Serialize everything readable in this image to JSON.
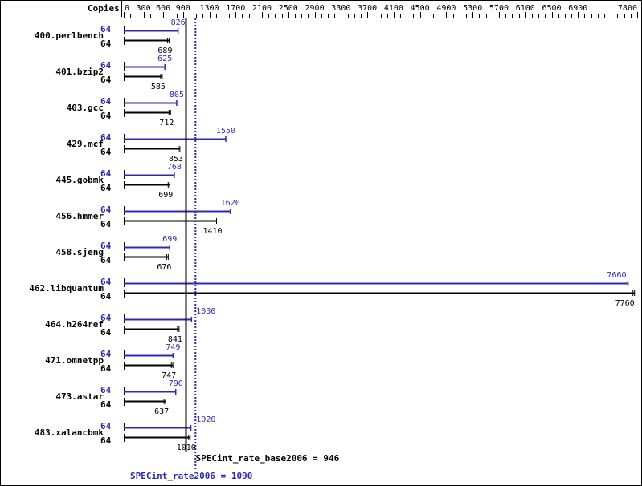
{
  "chart_data": {
    "type": "bar",
    "orientation": "horizontal",
    "axis_label": "Copies",
    "xlim": [
      0,
      7800
    ],
    "tick_labels": [
      "0",
      "300",
      "600",
      "900",
      "1300",
      "1700",
      "2100",
      "2500",
      "2900",
      "3300",
      "3700",
      "4100",
      "4500",
      "4900",
      "5300",
      "5700",
      "6100",
      "6500",
      "6900",
      "7800"
    ],
    "categories": [
      "400.perlbench",
      "401.bzip2",
      "403.gcc",
      "429.mcf",
      "445.gobmk",
      "456.hmmer",
      "458.sjeng",
      "462.libquantum",
      "464.h264ref",
      "471.omnetpp",
      "473.astar",
      "483.xalancbmk"
    ],
    "series": [
      {
        "name": "SPECint_rate2006",
        "color": "#2b2bb0",
        "copies": [
          "64",
          "64",
          "64",
          "64",
          "64",
          "64",
          "64",
          "64",
          "64",
          "64",
          "64",
          "64"
        ],
        "values": [
          826,
          625,
          805,
          1550,
          768,
          1620,
          699,
          7660,
          1030,
          749,
          790,
          1020
        ],
        "labels": [
          "826",
          "625",
          "805",
          "1550",
          "768",
          "1620",
          "699",
          "7660",
          "1030",
          "749",
          "790",
          "1020"
        ]
      },
      {
        "name": "SPECint_rate_base2006",
        "color": "#000000",
        "copies": [
          "64",
          "64",
          "64",
          "64",
          "64",
          "64",
          "64",
          "64",
          "64",
          "64",
          "64",
          "64"
        ],
        "values": [
          689,
          585,
          712,
          853,
          699,
          1410,
          676,
          7760,
          841,
          747,
          637,
          1010
        ],
        "labels": [
          "689",
          "585",
          "712",
          "853",
          "699",
          "1410",
          "676",
          "7760",
          "841",
          "747",
          "637",
          "1010"
        ]
      }
    ],
    "base_summary": {
      "label": "SPECint_rate_base2006 = 946",
      "value": 946
    },
    "peak_summary": {
      "label": "SPECint_rate2006 = 1090",
      "value": 1090
    }
  }
}
